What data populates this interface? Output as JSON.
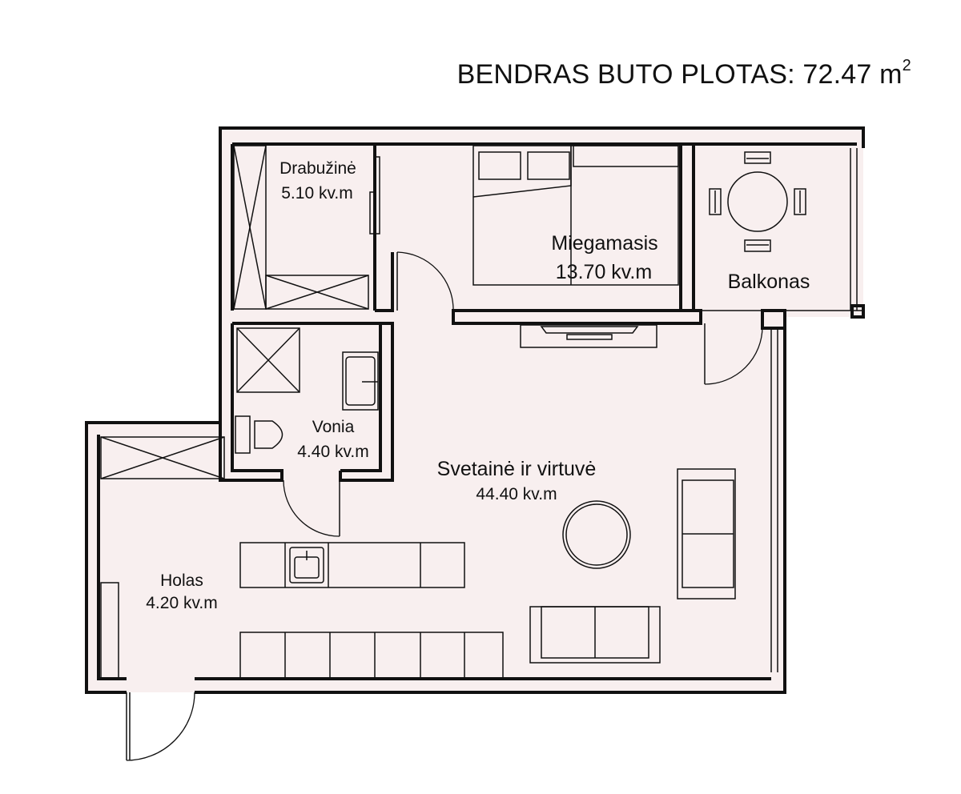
{
  "header": {
    "title_text": "BENDRAS BUTO PLOTAS: 72.47 m",
    "title_sup": "2"
  },
  "rooms": [
    {
      "name": "Drabužinė",
      "area": "5.10 kv.m"
    },
    {
      "name": "Miegamasis",
      "area": "13.70 kv.m"
    },
    {
      "name": "Balkonas",
      "area": ""
    },
    {
      "name": "Vonia",
      "area": "4.40 kv.m"
    },
    {
      "name": "Svetainė ir virtuvė",
      "area": "44.40 kv.m"
    },
    {
      "name": "Holas",
      "area": "4.20 kv.m"
    }
  ],
  "colors": {
    "floor": "#f8efef",
    "wall": "#111111",
    "background": "#ffffff"
  }
}
